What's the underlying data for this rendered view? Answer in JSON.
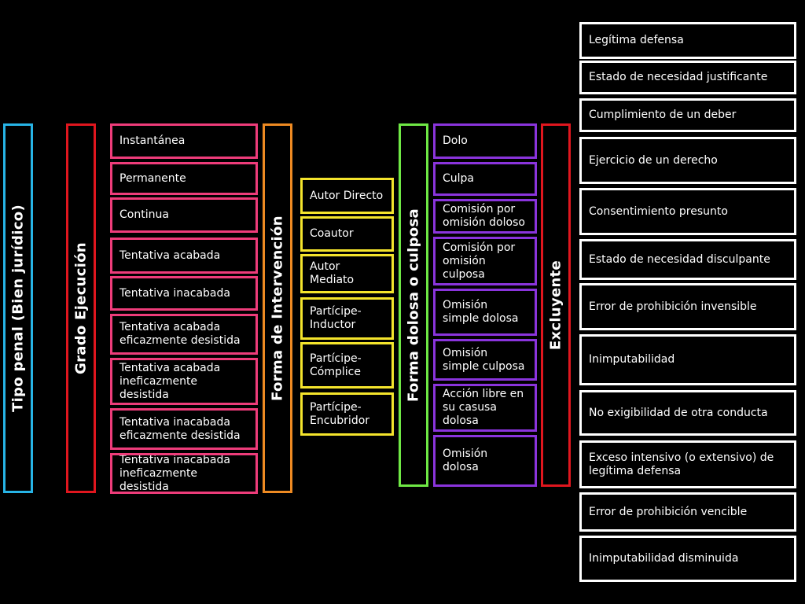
{
  "colors": {
    "tipo": "#27b4e6",
    "grado": "#e0161e",
    "forma_intervencion": "#ee8a22",
    "forma_dolosa": "#6fe845",
    "excluyente": "#e0161e",
    "grado_items": "#ee3c7a",
    "intervencion_items": "#f4e42c",
    "dolosa_items": "#8a34dc",
    "excluyente_items": "#ffffff"
  },
  "columns": {
    "tipo": "Tipo penal (Bien jurídico)",
    "grado": "Grado Ejecución",
    "forma_intervencion": "Forma de Intervención",
    "forma_dolosa": "Forma dolosa o culposa",
    "excluyente": "Excluyente"
  },
  "grado_items": [
    "Instantánea",
    "Permanente",
    "Continua",
    "Tentativa  acabada",
    "Tentativa inacabada",
    "Tentativa acabada\neficazmente desistida",
    "Tentativa acabada\nineficazmente\ndesistida",
    "Tentativa inacabada\neficazmente desistida",
    "Tentativa inacabada\nineficazmente\ndesistida"
  ],
  "intervencion_items": [
    "Autor Directo",
    "Coautor",
    "Autor\nMediato",
    "Partícipe-\nInductor",
    "Partícipe-\nCómplice",
    "Partícipe-\nEncubridor"
  ],
  "dolosa_items": [
    "Dolo",
    "Culpa",
    "Comisión por\nomisión doloso",
    "Comisión por\nomisión\nculposa",
    "Omisión\nsimple dolosa",
    "Omisión\nsimple culposa",
    "Acción libre en\nsu casusa\ndolosa",
    "Omisión\ndolosa"
  ],
  "excluyente_items": [
    "Legítima defensa",
    "Estado de necesidad justificante",
    "Cumplimiento de un deber",
    "Ejercicio de un derecho",
    "Consentimiento presunto",
    "Estado de necesidad disculpante",
    "Error de prohibición invensible",
    "Inimputabilidad",
    "No exigibilidad de otra conducta",
    "Exceso intensivo (o extensivo) de\nlegítima defensa",
    "Error de prohibición vencible",
    "Inimputabilidad disminuida"
  ]
}
